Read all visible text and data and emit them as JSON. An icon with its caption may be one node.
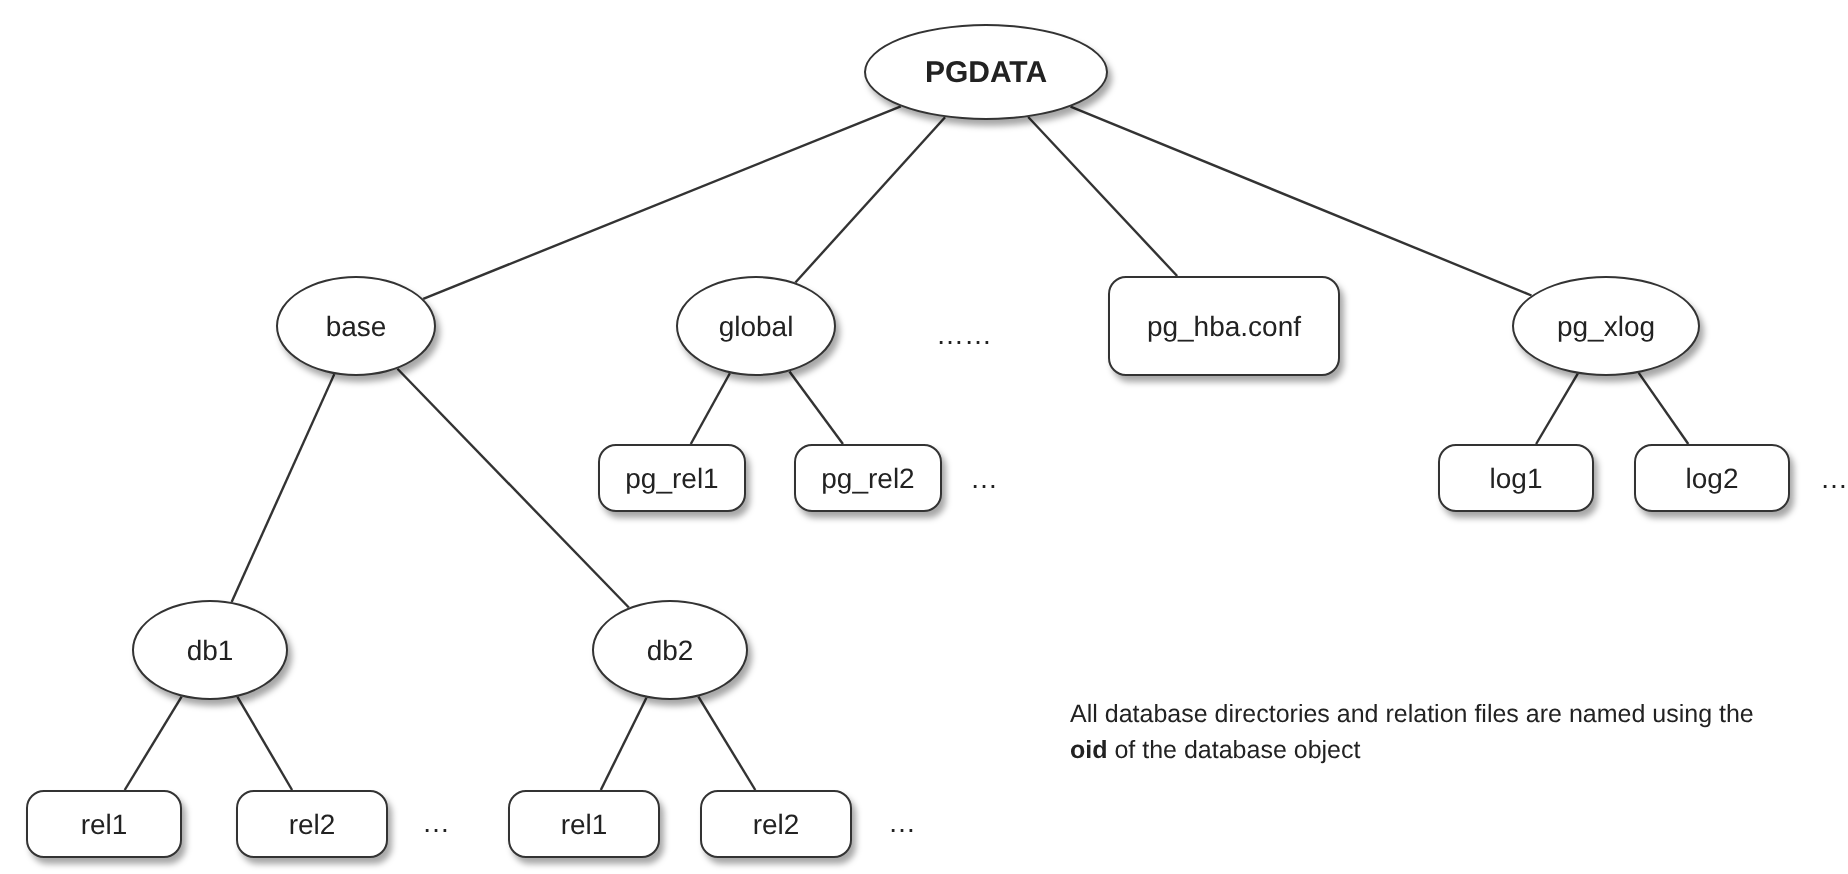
{
  "diagram": {
    "nodes": [
      {
        "text": [
          "PGDATA"
        ]
      },
      {
        "text": [
          "base"
        ]
      },
      {
        "text": [
          "global"
        ]
      },
      {
        "text": [
          "pg_hba.conf"
        ]
      },
      {
        "text": [
          "pg_xlog"
        ]
      },
      {
        "text": [
          "pg_rel1"
        ]
      },
      {
        "text": [
          "pg_rel2"
        ]
      },
      {
        "text": [
          "log1"
        ]
      },
      {
        "text": [
          "log2"
        ]
      },
      {
        "text": [
          "db1"
        ]
      },
      {
        "text": [
          "db2"
        ]
      },
      {
        "text": [
          "rel1"
        ]
      },
      {
        "text": [
          "rel2"
        ]
      },
      {
        "text": [
          "rel1"
        ]
      },
      {
        "text": [
          "rel2"
        ]
      }
    ],
    "edges": [
      {
        "from": 0,
        "to": 1,
        "arrow": "none"
      },
      {
        "from": 0,
        "to": 2,
        "arrow": "none"
      },
      {
        "from": 0,
        "to": 3,
        "arrow": "none"
      },
      {
        "from": 0,
        "to": 4,
        "arrow": "none"
      },
      {
        "from": 2,
        "to": 5,
        "arrow": "none"
      },
      {
        "from": 2,
        "to": 6,
        "arrow": "none"
      },
      {
        "from": 4,
        "to": 7,
        "arrow": "none"
      },
      {
        "from": 4,
        "to": 8,
        "arrow": "none"
      },
      {
        "from": 1,
        "to": 9,
        "arrow": "none"
      },
      {
        "from": 1,
        "to": 10,
        "arrow": "none"
      },
      {
        "from": 9,
        "to": 11,
        "arrow": "none"
      },
      {
        "from": 9,
        "to": 12,
        "arrow": "none"
      },
      {
        "from": 10,
        "to": 13,
        "arrow": "none"
      },
      {
        "from": 10,
        "to": 14,
        "arrow": "none"
      }
    ],
    "labels": [
      "……",
      "…",
      "…",
      "…",
      "…",
      "All database directories and relation files are named using the **oid** of the database object"
    ]
  }
}
